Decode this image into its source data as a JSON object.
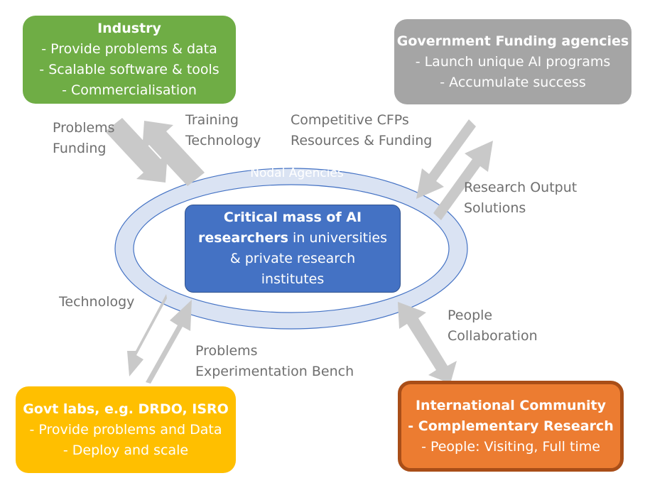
{
  "ring": {
    "label": "Nodal Agencies"
  },
  "center": {
    "bold_text": "Critical mass of AI researchers",
    "text1": " in universities",
    "text2": "& private research",
    "text3": "institutes"
  },
  "industry": {
    "title": "Industry",
    "items": [
      "- Provide problems & data",
      "- Scalable software & tools",
      "- Commercialisation"
    ]
  },
  "government_funding": {
    "title": "Government Funding agencies",
    "items": [
      "- Launch unique AI programs",
      "- Accumulate success"
    ]
  },
  "govt_labs": {
    "title": "Govt labs, e.g. DRDO, ISRO",
    "items": [
      "- Provide problems and Data",
      "- Deploy and scale"
    ]
  },
  "international": {
    "title": "International Community",
    "items": [
      "- Complementary Research",
      "- People: Visiting, Full time"
    ]
  },
  "flow_labels": {
    "problems_funding": [
      "Problems",
      "Funding"
    ],
    "training_technology": [
      "Training",
      "Technology"
    ],
    "cfps_resources": [
      "Competitive CFPs",
      "Resources & Funding"
    ],
    "research_output": [
      "Research Output",
      "Solutions"
    ],
    "technology": "Technology",
    "problems_bench": [
      "Problems",
      "Experimentation Bench"
    ],
    "people_collab": [
      "People",
      "Collaboration"
    ]
  },
  "colors": {
    "industry": "#6FAD45",
    "government_funding": "#A5A5A5",
    "govt_labs": "#FFBF00",
    "international": "#EC7C31",
    "international_border": "#A94E18",
    "center": "#4472C4",
    "ring_fill": "#DAE3F3",
    "ring_stroke": "#4472C4",
    "arrow": "#C9C9C9",
    "label_text": "#6f6f6f"
  }
}
